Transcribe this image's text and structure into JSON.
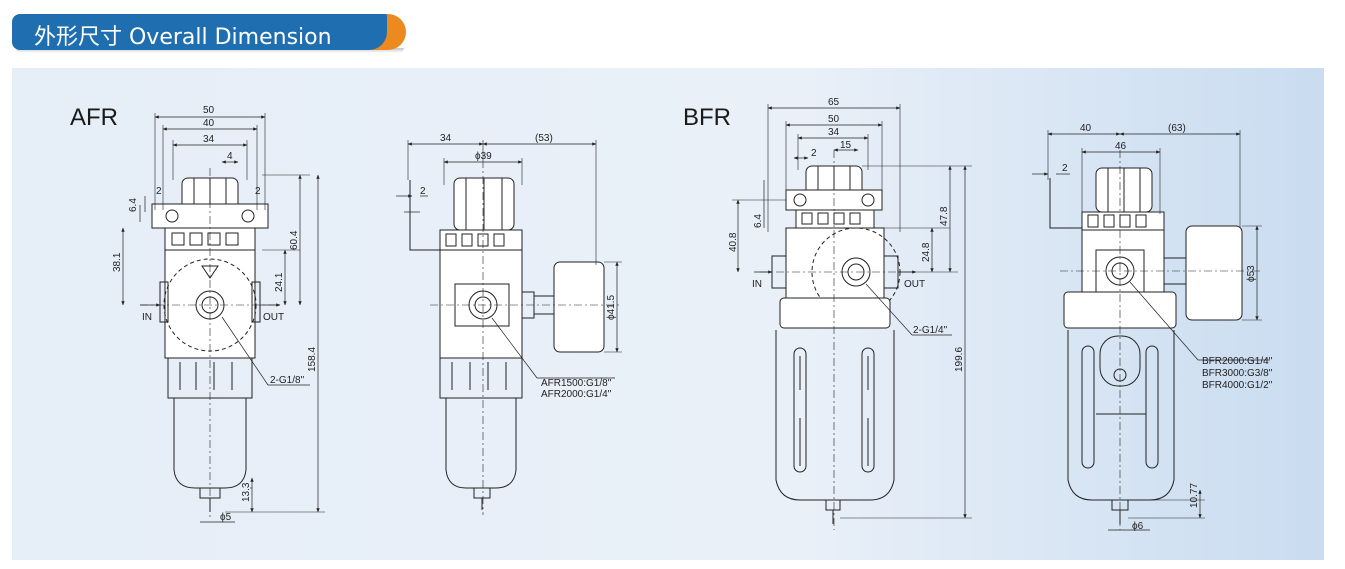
{
  "header": {
    "title": "外形尺寸 Overall Dimension",
    "color_blue": "#1f6fb0",
    "color_orange": "#ec8a1f"
  },
  "afr": {
    "label": "AFR",
    "dims_front": {
      "d50": "50",
      "d40": "40",
      "d34": "34",
      "d4": "4",
      "d2a": "2",
      "d2b": "2",
      "d64": "6.4",
      "d381": "38.1",
      "d604": "60.4",
      "d241": "24.1",
      "d1584": "158.4",
      "d133": "13.3",
      "dphi5": "ϕ5",
      "in": "IN",
      "out": "OUT",
      "port": "2-G1/8\""
    },
    "dims_side": {
      "d34": "34",
      "d53": "(53)",
      "dphi39": "ϕ39",
      "d2": "2",
      "dphi415": "ϕ41.5",
      "port1": "AFR1500:G1/8\"",
      "port2": "AFR2000:G1/4\""
    }
  },
  "bfr": {
    "label": "BFR",
    "dims_front": {
      "d65": "65",
      "d50": "50",
      "d34": "34",
      "d15": "15",
      "d2": "2",
      "d408": "40.8",
      "d64": "6.4",
      "d478": "47.8",
      "d248": "24.8",
      "d1996": "199.6",
      "in": "IN",
      "out": "OUT",
      "port": "2-G1/4\""
    },
    "dims_side": {
      "d40": "40",
      "d63": "(63)",
      "d46": "46",
      "d2": "2",
      "dphi53": "ϕ53",
      "d1077": "10.77",
      "dphi6": "ϕ6",
      "port1": "BFR2000:G1/4\"",
      "port2": "BFR3000:G3/8\"",
      "port3": "BFR4000:G1/2\""
    }
  }
}
